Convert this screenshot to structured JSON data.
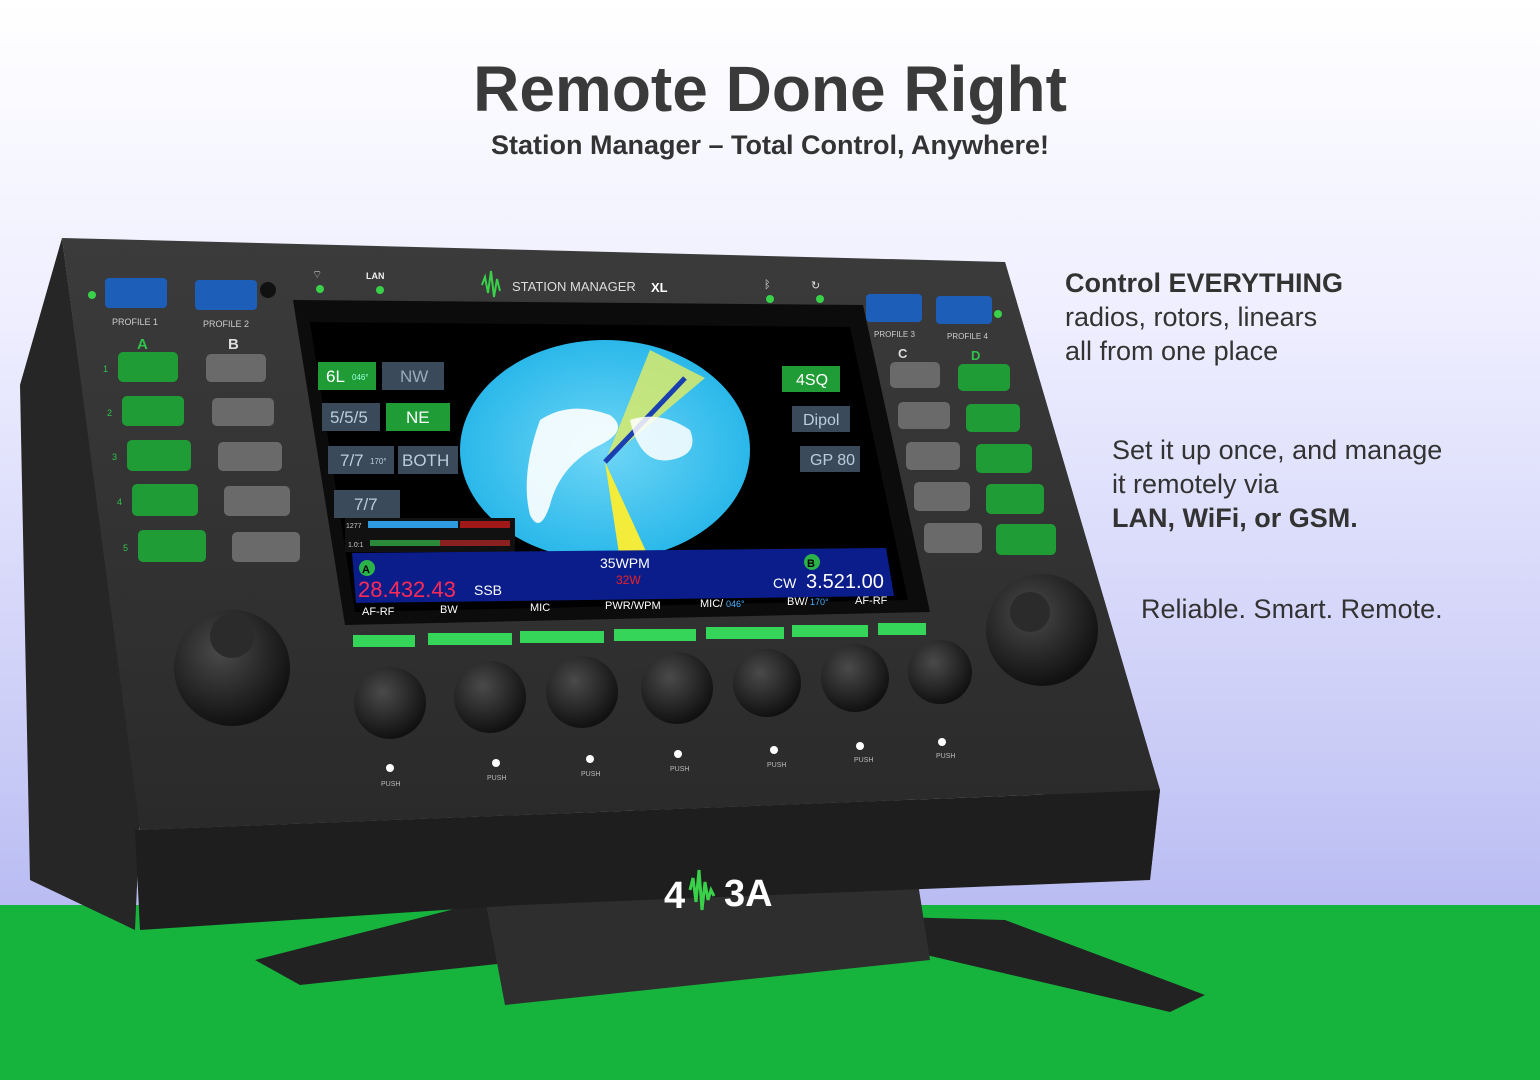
{
  "header": {
    "title": "Remote Done Right",
    "subtitle": "Station Manager – Total Control, Anywhere!"
  },
  "features": {
    "f1_title": "Control EVERYTHING",
    "f1_line1": "radios, rotors, linears",
    "f1_line2": "all from one place",
    "f2_line1": "Set it up once, and manage",
    "f2_line2": "it remotely via",
    "f2_line3": "LAN, WiFi, or GSM.",
    "f3": "Reliable. Smart. Remote."
  },
  "device": {
    "brand": "STATION MANAGER",
    "brand_suffix": "XL",
    "lan": "LAN",
    "logo_left": "4",
    "logo_right": "3A",
    "profiles": [
      "PROFILE 1",
      "PROFILE 2",
      "PROFILE 3",
      "PROFILE 4"
    ],
    "columns": [
      "A",
      "B",
      "C",
      "D"
    ],
    "rows": [
      "1",
      "2",
      "3",
      "4",
      "5"
    ],
    "push": "PUSH",
    "colors": {
      "blue_button": "#1d5fb8",
      "green_button": "#1f9c35",
      "gray_button": "#6a6a6a",
      "led": "#3ad14a"
    }
  },
  "screen": {
    "left_buttons": [
      {
        "main": "6L",
        "sub": "046°"
      },
      {
        "main": "NW",
        "sub": ""
      },
      {
        "main": "5/5/5",
        "sub": ""
      },
      {
        "main": "NE",
        "sub": ""
      },
      {
        "main": "7/7",
        "sub": "170°"
      },
      {
        "main": "BOTH",
        "sub": ""
      },
      {
        "main": "7/7",
        "sub": ""
      }
    ],
    "right_buttons": [
      "4SQ",
      "Dipol",
      "GP 80"
    ],
    "meter_labels": [
      "1277",
      "1.0:1"
    ],
    "wpm": "35WPM",
    "power": "32W",
    "vfo_a": {
      "badge": "A",
      "freq": "28.432.43",
      "mode": "SSB"
    },
    "vfo_b": {
      "badge": "B",
      "freq": "3.521.00",
      "mode": "CW"
    },
    "bottom_labels": {
      "l1": "AF-RF",
      "l2": "BW",
      "l3": "MIC",
      "l4": "PWR/WPM",
      "l5a": "MIC/",
      "l5b": "046°",
      "l6a": "BW/",
      "l6b": "170°",
      "l7": "AF-RF"
    }
  }
}
